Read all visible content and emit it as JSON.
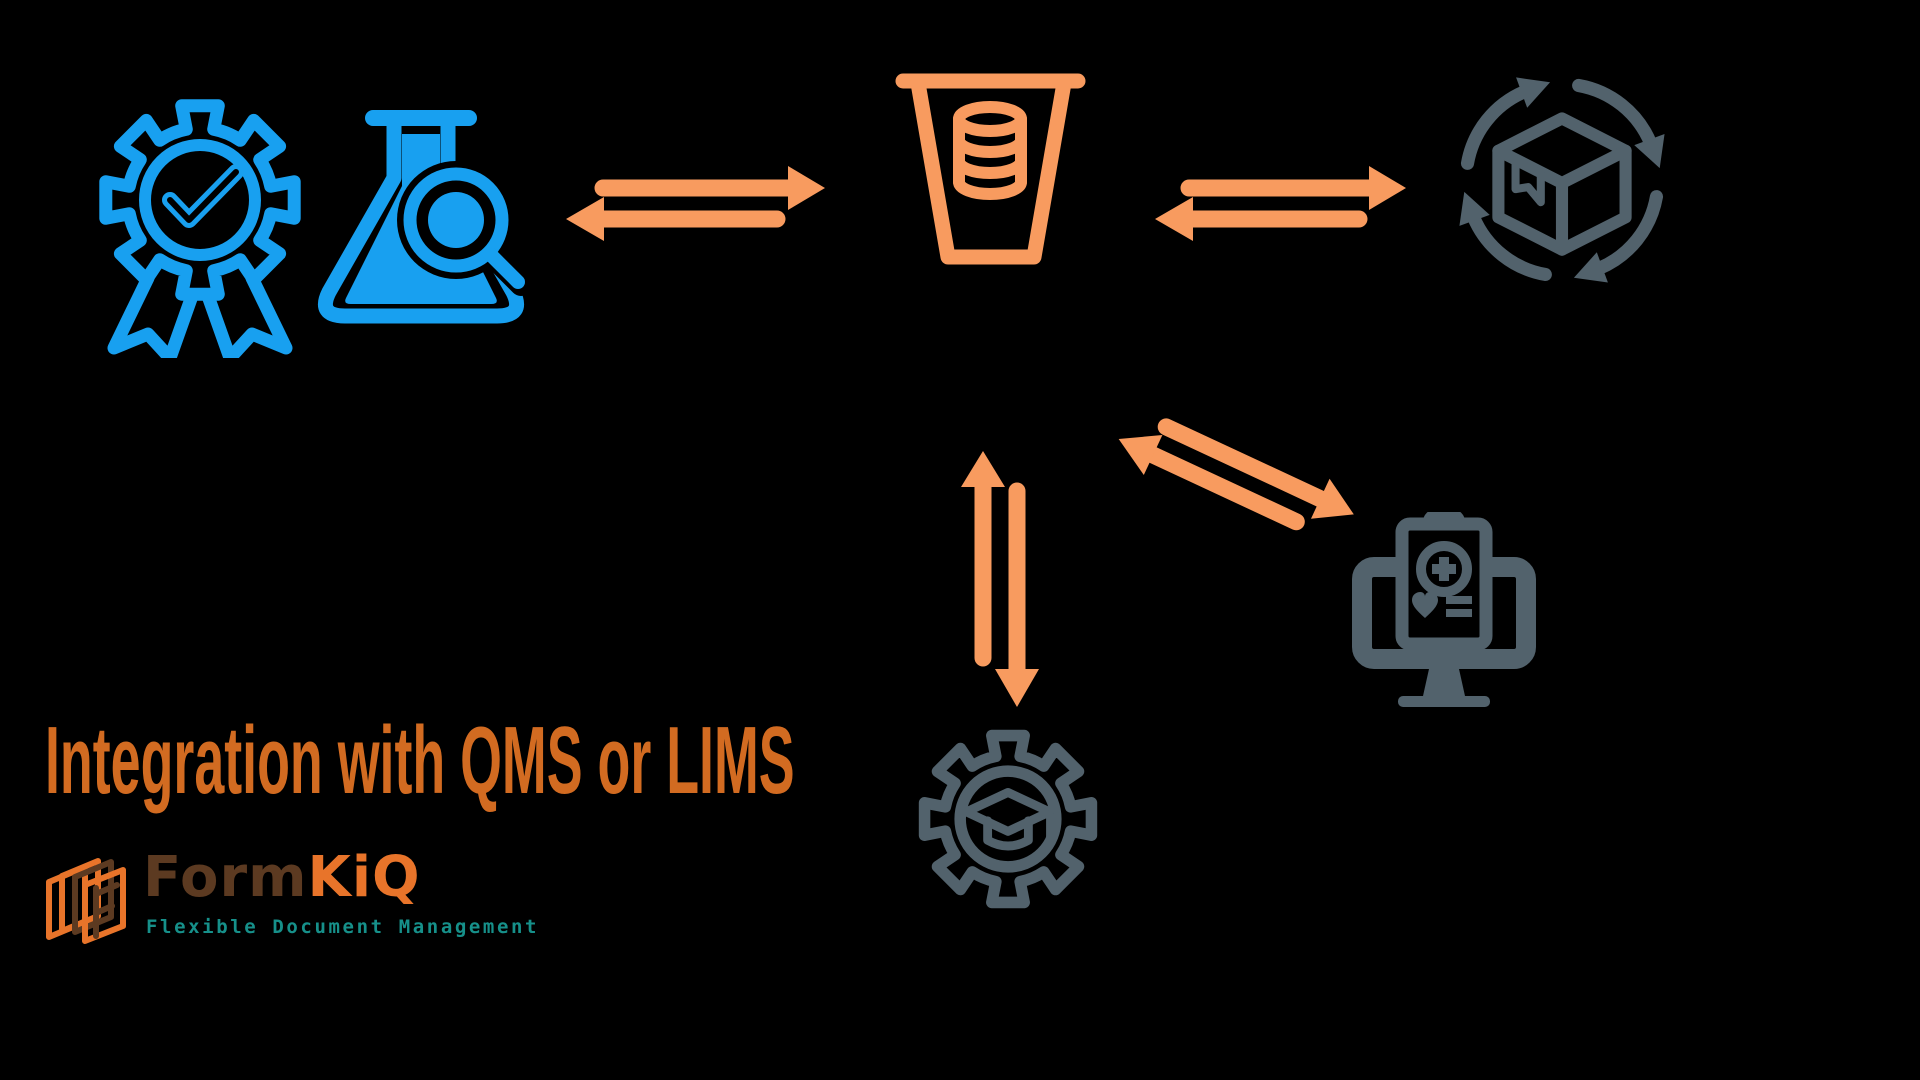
{
  "title": {
    "text": "Integration with QMS or LIMS",
    "color": "#D26B21"
  },
  "brand": {
    "name_form": "Form",
    "name_kiq": "KiQ",
    "tagline": "Flexible Document Management",
    "colors": {
      "form": "#5C3A21",
      "kiq": "#E8742A",
      "tagline": "#16908A"
    }
  },
  "colors": {
    "background": "#000000",
    "qms_lims_blue": "#18A0F0",
    "arrow_orange": "#F89B5F",
    "bucket_orange": "#F89B5F",
    "integration_slate": "#52626C",
    "title_orange": "#D26B21"
  },
  "diagram": {
    "nodes": [
      {
        "id": "qms-badge",
        "icon": "quality-badge-icon",
        "meaning": "QMS quality certification badge (gear with checkmark and ribbon)",
        "color": "#18A0F0"
      },
      {
        "id": "lims-flask",
        "icon": "lab-flask-search-icon",
        "meaning": "LIMS laboratory flask with magnifying glass",
        "color": "#18A0F0"
      },
      {
        "id": "document-bucket",
        "icon": "document-storage-bucket-icon",
        "meaning": "Document storage bucket with database",
        "color": "#F89B5F"
      },
      {
        "id": "product-lifecycle",
        "icon": "package-lifecycle-icon",
        "meaning": "Package with circular lifecycle arrows",
        "color": "#52626C"
      },
      {
        "id": "health-records",
        "icon": "medical-records-monitor-icon",
        "meaning": "Monitor with medical records clipboard",
        "color": "#52626C"
      },
      {
        "id": "training",
        "icon": "training-gear-icon",
        "meaning": "Gear with graduation cap",
        "color": "#52626C"
      }
    ],
    "connections": [
      {
        "from": "qms-badge,lims-flask",
        "to": "document-bucket",
        "bidirectional": true
      },
      {
        "from": "document-bucket",
        "to": "product-lifecycle",
        "bidirectional": true
      },
      {
        "from": "document-bucket",
        "to": "health-records",
        "bidirectional": true
      },
      {
        "from": "document-bucket",
        "to": "training",
        "bidirectional": true
      }
    ]
  }
}
